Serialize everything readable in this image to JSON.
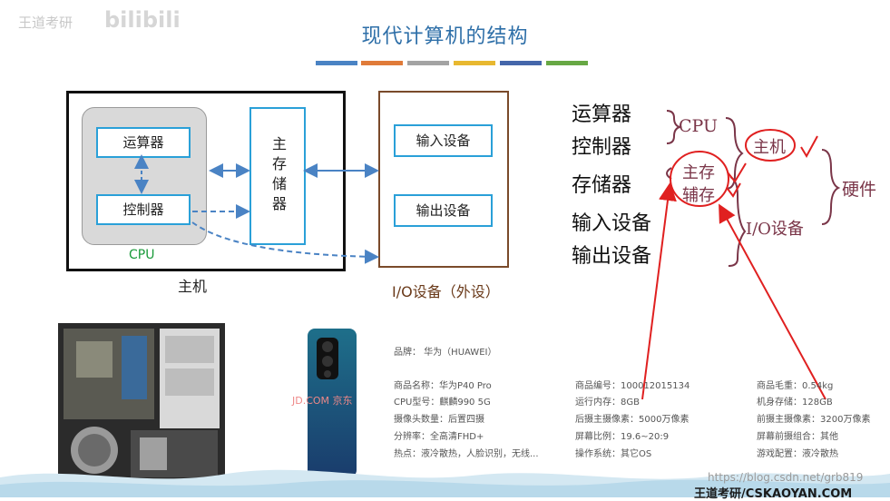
{
  "watermark": {
    "left": "王道考研",
    "logo": "bilibili"
  },
  "title": "现代计算机的结构",
  "stripe_colors": [
    "#4a83c4",
    "#e07b39",
    "#a3a3a3",
    "#e8b830",
    "#4466aa",
    "#67a844"
  ],
  "diagram": {
    "alu": "运算器",
    "control": "控制器",
    "cpu_label": "CPU",
    "memory": "主存储器",
    "host_label": "主机",
    "input": "输入设备",
    "output": "输出设备",
    "io_label": "I/O设备（外设）"
  },
  "notes": {
    "alu": "运算器",
    "control": "控制器",
    "storage": "存储器",
    "input": "输入设备",
    "output": "输出设备",
    "cpu": "CPU",
    "host": "主机",
    "main_mem": "主存",
    "aux_mem": "辅存",
    "io": "I/O设备",
    "hardware": "硬件"
  },
  "phone_watermark": "JD.COM 京东",
  "specs": {
    "brand": "品牌：  华为（HUAWEI）",
    "rows": [
      [
        "商品名称：华为P40 Pro",
        "商品编号：100012015134",
        "商品毛重：0.54kg"
      ],
      [
        "CPU型号：麒麟990 5G",
        "运行内存：8GB",
        "机身存储：128GB"
      ],
      [
        "摄像头数量：后置四摄",
        "后摄主摄像素：5000万像素",
        "前摄主摄像素：3200万像素"
      ],
      [
        "分辨率：全高清FHD+",
        "屏幕比例：19.6~20:9",
        "屏幕前摄组合：其他"
      ],
      [
        "热点：液冷散热，人脸识别，无线...",
        "操作系统：其它OS",
        "游戏配置：液冷散热"
      ]
    ]
  },
  "footer": {
    "url": "https://blog.csdn.net/grb819",
    "brand": "王道考研/CSKAOYAN.COM"
  }
}
